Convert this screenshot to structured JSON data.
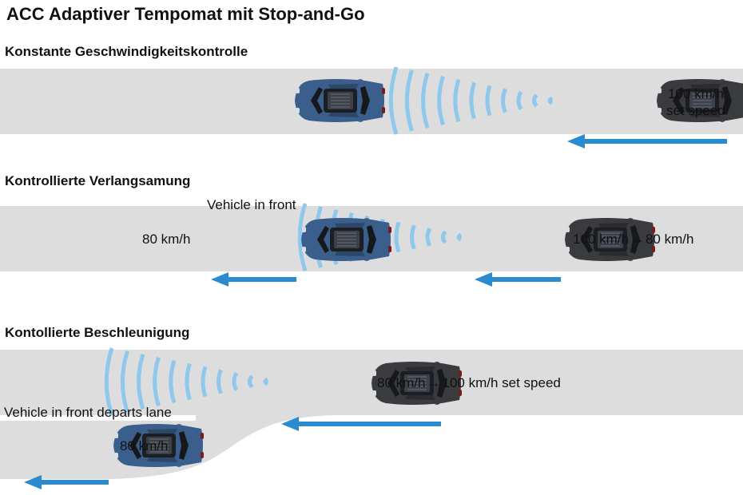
{
  "title": "ACC Adaptiver Tempomat mit Stop-and-Go",
  "sections": [
    {
      "heading": "Konstante Geschwindigkeitskontrolle",
      "follow_car_speed_line1": "100 km/h",
      "follow_car_speed_line2": "set speed"
    },
    {
      "heading": "Kontrollierte Verlangsamung",
      "lead_car_caption": "Vehicle in front",
      "lead_car_speed": "80 km/h",
      "follow_car_speed_from": "100 km/h",
      "follow_car_speed_to": "80 km/h"
    },
    {
      "heading": "Kontollierte Beschleunigung",
      "follow_car_speed_from": "80 km/h",
      "follow_car_speed_to": "100 km/h set speed",
      "lead_car_caption": "Vehicle in front departs lane",
      "lead_car_speed": "80 km/h"
    }
  ],
  "colors": {
    "road": "#dddddd",
    "radar": "#8ec8eb",
    "arrow": "#2a8bd0",
    "lead_car": "#3b5f8c",
    "follow_car": "#3a3b3f",
    "text": "#111111"
  },
  "icons": {
    "lead_car": "blue-car-top-view-icon",
    "follow_car": "dark-car-top-view-icon",
    "radar": "radar-wave-icon",
    "direction": "left-arrow-icon",
    "speed_change": "right-arrow-icon"
  }
}
